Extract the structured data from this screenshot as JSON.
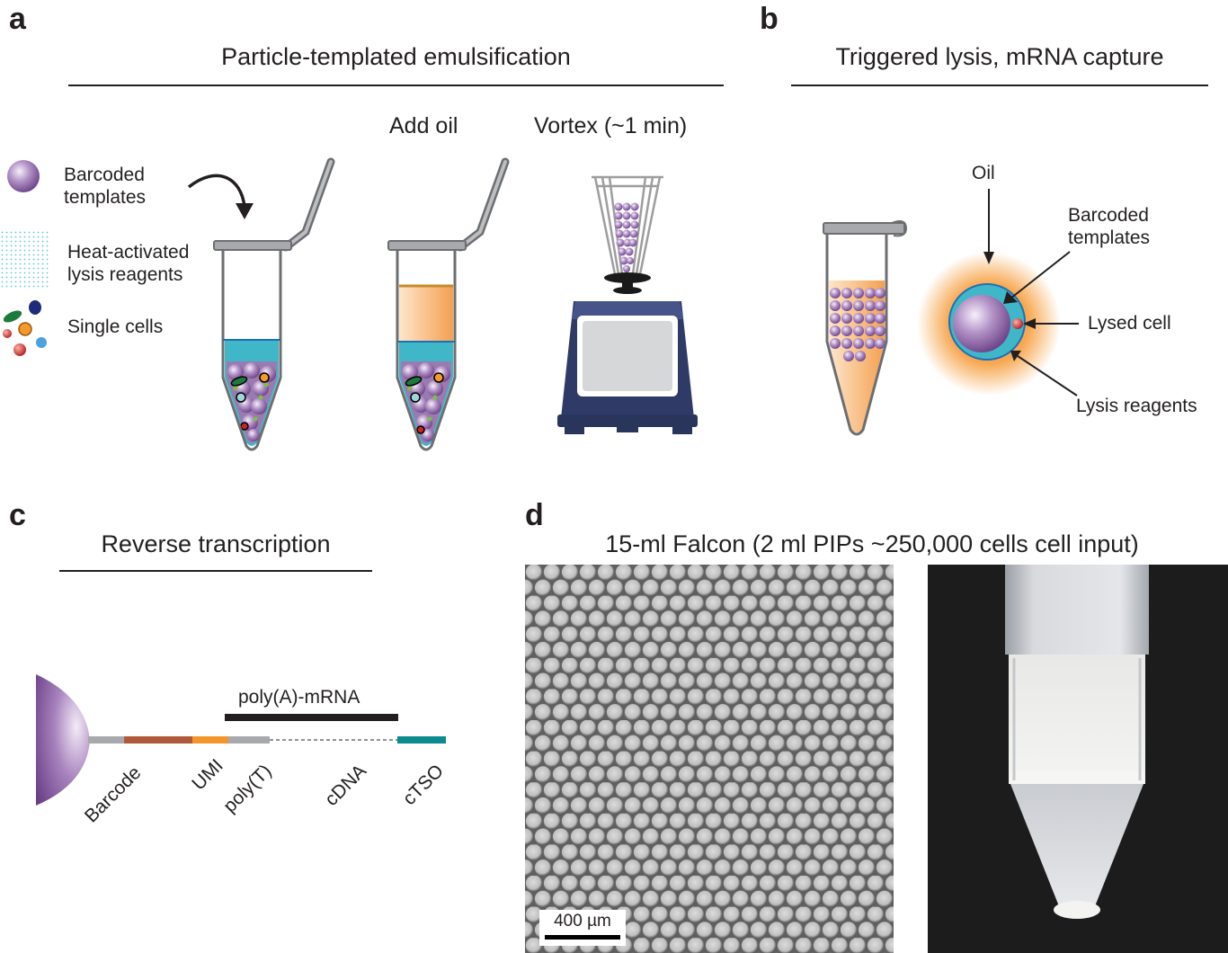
{
  "panel_a": {
    "letter": "a",
    "title": "Particle-templated emulsification",
    "legend": {
      "templates": "Barcoded templates",
      "lysis": "Heat-activated lysis reagents",
      "cells": "Single cells"
    },
    "step_add_oil": "Add oil",
    "step_vortex": "Vortex (~1 min)"
  },
  "panel_b": {
    "letter": "b",
    "title": "Triggered lysis, mRNA capture",
    "oil": "Oil",
    "templates": "Barcoded templates",
    "lysed_cell": "Lysed cell",
    "lysis_reagents": "Lysis reagents"
  },
  "panel_c": {
    "letter": "c",
    "title": "Reverse transcription",
    "mrna": "poly(A)-mRNA",
    "segments": [
      "Barcode",
      "UMI",
      "poly(T)",
      "cDNA",
      "cTSO"
    ]
  },
  "panel_d": {
    "letter": "d",
    "title": "15-ml Falcon (2 ml PIPs ~250,000 cells cell input)",
    "scale_bar": "400 µm"
  },
  "colors": {
    "template_purple": "#8a5b9e",
    "lysis_teal": "#3fb7c8",
    "oil_orange": "#f6a957",
    "vortex_navy": "#2f3b66",
    "barcode_brown": "#b05a3c",
    "umi_orange": "#f2962b",
    "polyt_grey": "#a7a9ac",
    "ctso_teal": "#0b8a8f"
  }
}
